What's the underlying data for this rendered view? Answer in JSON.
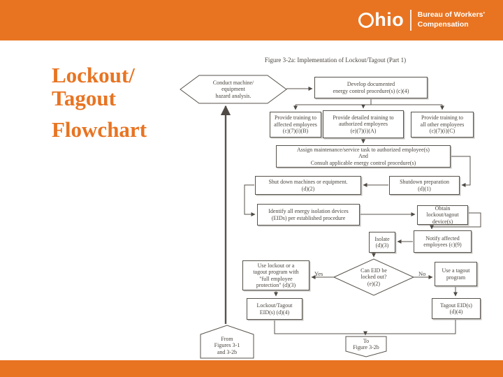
{
  "colors": {
    "orange": "#E87422",
    "ink": "#4a453f"
  },
  "header": {
    "logo_o": "O",
    "logo_hio": "hio",
    "bureau_line1": "Bureau of Workers'",
    "bureau_line2": "Compensation"
  },
  "slide_title": {
    "line1": "Lockout/",
    "line2": "Tagout",
    "line3": "Flowchart"
  },
  "flowchart": {
    "title": "Figure 3-2a: Implementation of Lockout/Tagout (Part 1)",
    "nodes": {
      "conduct": "Conduct machine/\nequipment\nhazard analysis.",
      "develop": "Develop documented\nenergy control procedure(s) (c)(4)",
      "train_affected": "Provide training to\naffected employees\n(c)(7)(i)(B)",
      "train_authorized": "Provide detailed training to\nauthorized employees\n(e)(7)(i)(A)",
      "train_other": "Provide training to\nall other employees\n(c)(7)(i)(C)",
      "assign": "Assign maintenance/service task to authorized employee(s)\nAnd\nConsult applicable energy control procedure(s)",
      "shutdown_machines": "Shut down machines or equipment.\n(d)(2)",
      "shutdown_prep": "Shutdown preparation\n(d)(1)",
      "identify": "Identify all energy isolation devices\n(EIDs) per established procedure",
      "obtain": "Obtain lockout/tagout\ndevice(s)",
      "isolate": "Isolate\n(d)(3)",
      "notify": "Notify affected\nemployees (c)(9)",
      "decision": "Can EID be\nlocked out?\n(e)(2)",
      "use_lockout": "Use lockout or a\ntagout program with\n\"full employee\nprotection\" (d)(3)",
      "use_tagout": "Use a tagout\nprogram",
      "lockout_eid": "Lockout/Tagout\nEID(s) (d)(4)",
      "tagout_eid": "Tagout EID(s)\n(d)(4)",
      "from_connector": "From\nFigures 3-1\nand 3-2b",
      "to_connector": "To\nFigure 3-2b"
    },
    "labels": {
      "yes": "Yes",
      "no": "No"
    }
  }
}
